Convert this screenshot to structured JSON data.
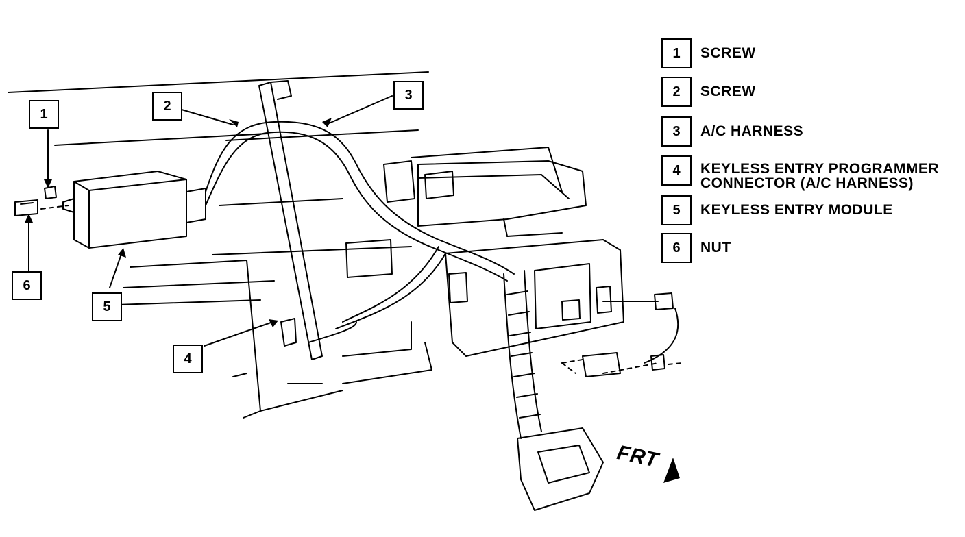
{
  "callouts": [
    {
      "id": "c1",
      "num": "1"
    },
    {
      "id": "c2",
      "num": "2"
    },
    {
      "id": "c3",
      "num": "3"
    },
    {
      "id": "c4",
      "num": "4"
    },
    {
      "id": "c5",
      "num": "5"
    },
    {
      "id": "c6",
      "num": "6"
    }
  ],
  "legend": [
    {
      "num": "1",
      "label": "SCREW"
    },
    {
      "num": "2",
      "label": "SCREW"
    },
    {
      "num": "3",
      "label": "A/C HARNESS"
    },
    {
      "num": "4",
      "label_line1": "KEYLESS ENTRY PROGRAMMER",
      "label_line2": "CONNECTOR (A/C HARNESS)"
    },
    {
      "num": "5",
      "label": "KEYLESS ENTRY MODULE"
    },
    {
      "num": "6",
      "label": "NUT"
    }
  ],
  "direction_label": "FRT"
}
